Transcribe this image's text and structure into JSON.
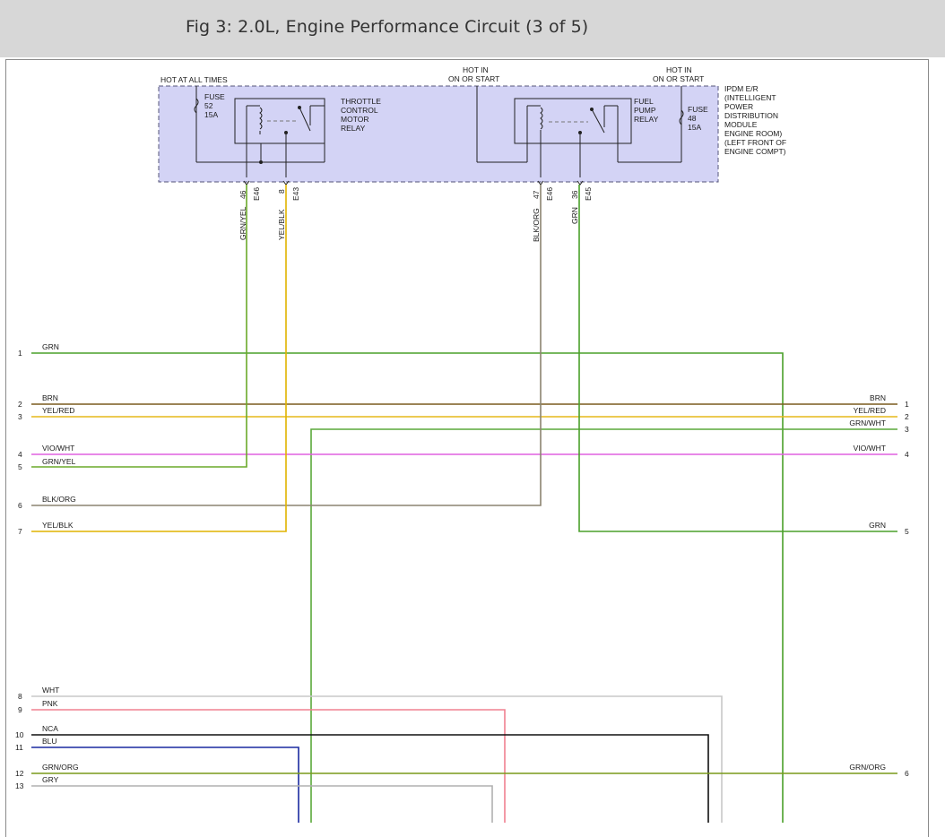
{
  "header": {
    "title": "Fig 3: 2.0L, Engine Performance Circuit (3 of 5)"
  },
  "module": {
    "label_lines": [
      "IPDM E/R",
      "(INTELLIGENT",
      "POWER",
      "DISTRIBUTION",
      "MODULE",
      "ENGINE ROOM)",
      "(LEFT FRONT OF",
      "ENGINE COMPT)"
    ],
    "fill_color": "#d3d3f5",
    "border_color": "#55557a"
  },
  "power_labels": {
    "hot_at_all_times": "HOT AT ALL TIMES",
    "hot_in_1": "HOT IN",
    "on_or_start_1": "ON OR START",
    "hot_in_2": "HOT IN",
    "on_or_start_2": "ON OR START"
  },
  "fuses": [
    {
      "lines": [
        "FUSE",
        "52",
        "15A"
      ]
    },
    {
      "lines": [
        "FUSE",
        "48",
        "15A"
      ]
    }
  ],
  "relays": [
    {
      "lines": [
        "THROTTLE",
        "CONTROL",
        "MOTOR",
        "RELAY"
      ]
    },
    {
      "lines": [
        "FUEL",
        "PUMP",
        "RELAY"
      ]
    }
  ],
  "connector_pins": [
    {
      "wire": "GRN/YEL",
      "pin": "46",
      "connector": "E46",
      "color": "#6aaa2a"
    },
    {
      "wire": "YEL/BLK",
      "pin": "8",
      "connector": "E43",
      "color": "#e0b400"
    },
    {
      "wire": "BLK/ORG",
      "pin": "47",
      "connector": "E46",
      "color": "#8c8470"
    },
    {
      "wire": "GRN",
      "pin": "36",
      "connector": "E45",
      "color": "#4aa02a"
    }
  ],
  "left_wires": [
    {
      "pin": "1",
      "label": "GRN",
      "color": "#4aa02a"
    },
    {
      "pin": "2",
      "label": "BRN",
      "color": "#7a5c1e"
    },
    {
      "pin": "3",
      "label": "YEL/RED",
      "color": "#e6b81a"
    },
    {
      "pin": "4",
      "label": "VIO/WHT",
      "color": "#e060e0"
    },
    {
      "pin": "5",
      "label": "GRN/YEL",
      "color": "#6aaa2a"
    },
    {
      "pin": "6",
      "label": "BLK/ORG",
      "color": "#8c8470"
    },
    {
      "pin": "7",
      "label": "YEL/BLK",
      "color": "#e0b400"
    },
    {
      "pin": "8",
      "label": "WHT",
      "color": "#c8c8c8"
    },
    {
      "pin": "9",
      "label": "PNK",
      "color": "#f08090"
    },
    {
      "pin": "10",
      "label": "NCA",
      "color": "#111111"
    },
    {
      "pin": "11",
      "label": "BLU",
      "color": "#1a2aa0"
    },
    {
      "pin": "12",
      "label": "GRN/ORG",
      "color": "#7a9a1a"
    },
    {
      "pin": "13",
      "label": "GRY",
      "color": "#b0b0b0"
    }
  ],
  "right_wires": [
    {
      "pin": "1",
      "label": "BRN",
      "color": "#7a5c1e"
    },
    {
      "pin": "2",
      "label": "YEL/RED",
      "color": "#e6b81a"
    },
    {
      "pin": "3",
      "label": "GRN/WHT",
      "color": "#5aa83a"
    },
    {
      "pin": "4",
      "label": "VIO/WHT",
      "color": "#e060e0"
    },
    {
      "pin": "5",
      "label": "GRN",
      "color": "#4aa02a"
    },
    {
      "pin": "6",
      "label": "GRN/ORG",
      "color": "#7a9a1a"
    }
  ]
}
